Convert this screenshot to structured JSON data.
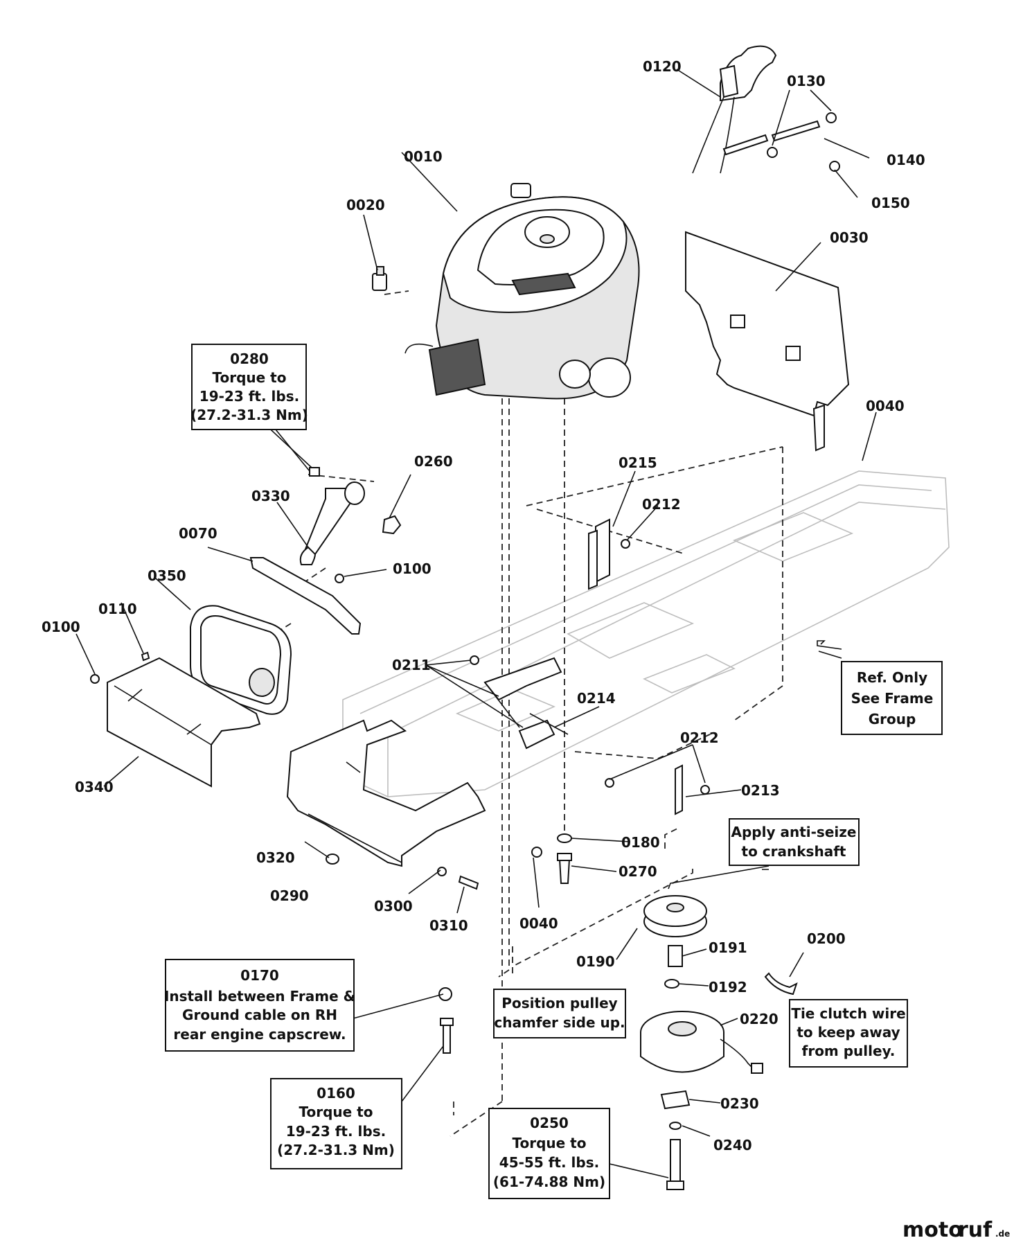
{
  "part_labels": {
    "p0010": "0010",
    "p0020": "0020",
    "p0030": "0030",
    "p0040a": "0040",
    "p0040b": "0040",
    "p0070": "0070",
    "p0100a": "0100",
    "p0100b": "0100",
    "p0110": "0110",
    "p0120": "0120",
    "p0130": "0130",
    "p0140": "0140",
    "p0150": "0150",
    "p0180": "0180",
    "p0190": "0190",
    "p0191": "0191",
    "p0192": "0192",
    "p0200": "0200",
    "p0211": "0211",
    "p0212a": "0212",
    "p0212b": "0212",
    "p0213": "0213",
    "p0214": "0214",
    "p0215": "0215",
    "p0220": "0220",
    "p0230": "0230",
    "p0240": "0240",
    "p0260": "0260",
    "p0270": "0270",
    "p0290": "0290",
    "p0300": "0300",
    "p0310": "0310",
    "p0320": "0320",
    "p0330": "0330",
    "p0340": "0340",
    "p0350": "0350"
  },
  "callouts": {
    "c0280": [
      "0280",
      "Torque to",
      "19-23 ft. lbs.",
      "(27.2-31.3 Nm)"
    ],
    "cref": [
      "Ref. Only",
      "See Frame",
      "Group"
    ],
    "canti": [
      "Apply anti-seize",
      "to crankshaft"
    ],
    "c0170": [
      "0170",
      "Install between Frame &",
      "Ground cable on RH",
      "rear engine capscrew."
    ],
    "cpulley": [
      "Position pulley",
      "chamfer side up."
    ],
    "ctie": [
      "Tie clutch wire",
      "to keep away",
      "from pulley."
    ],
    "c0160": [
      "0160",
      "Torque to",
      "19-23 ft. lbs.",
      "(27.2-31.3 Nm)"
    ],
    "c0250": [
      "0250",
      "Torque to",
      "45-55 ft. lbs.",
      "(61-74.88 Nm)"
    ]
  },
  "watermark": {
    "part1": "moto",
    "part2": "ruf",
    "suffix": ".de"
  },
  "colors": {
    "line": "#111111",
    "frame_ghost": "#bdbdbd",
    "watermark_green": "#6b8f2a",
    "watermark_orange": "#d2691e"
  }
}
